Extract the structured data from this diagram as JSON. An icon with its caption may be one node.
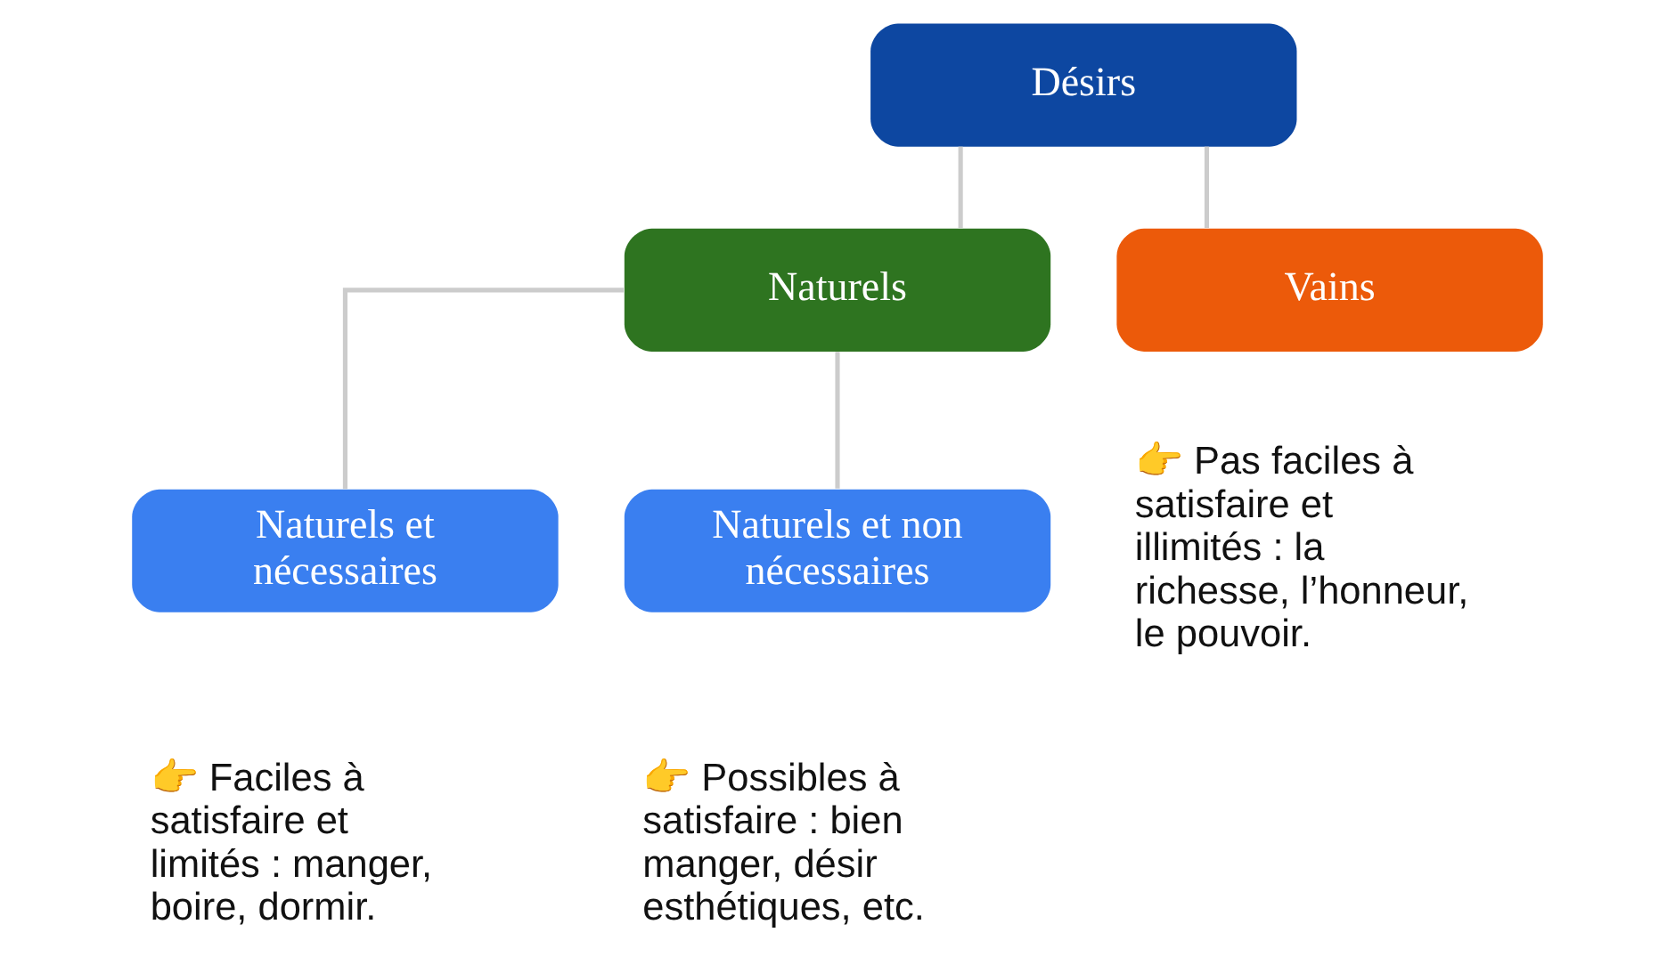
{
  "diagram": {
    "nodes": [
      {
        "text": [
          "Désirs"
        ]
      },
      {
        "text": [
          "Naturels"
        ]
      },
      {
        "text": [
          "Vains"
        ],
        "beside": [
          "👉 Pas faciles à satisfaire et illimités : la richesse, l’honneur, le pouvoir."
        ]
      },
      {
        "text": [
          "Naturels et nécessaires"
        ],
        "beside": [
          "👉 Faciles à satisfaire et limités : manger, boire, dormir."
        ]
      },
      {
        "text": [
          "Naturels et non nécessaires"
        ],
        "beside": [
          "👉 Possibles à satisfaire : bien manger, désir esthétiques, etc."
        ]
      }
    ],
    "edges": [
      {
        "from": 0,
        "to": 1,
        "arrow": "none"
      },
      {
        "from": 0,
        "to": 2,
        "arrow": "none"
      },
      {
        "from": 1,
        "to": 3,
        "arrow": "none"
      },
      {
        "from": 1,
        "to": 4,
        "arrow": "none"
      }
    ]
  }
}
